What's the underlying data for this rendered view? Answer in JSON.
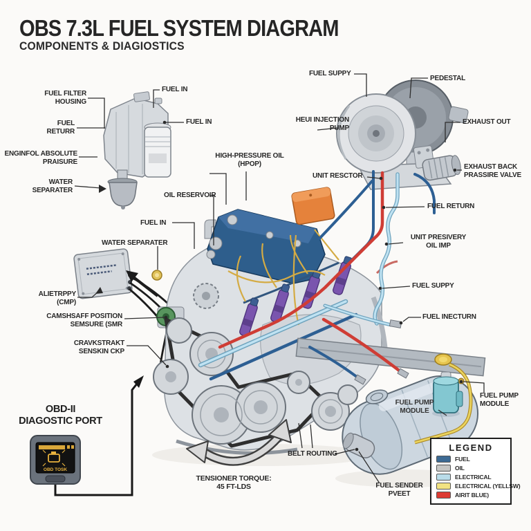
{
  "header": {
    "title": "OBS 7.3L FUEL SYSTEM DIAGRAM",
    "subtitle": "COMPONENTS & DIAGIOSTICS"
  },
  "labels": {
    "fuel_filter_housing": "FUEL FILTER\nHOUSING",
    "fuel_in_top": "FUEL IN",
    "fuel_returr": "FUEL\nRETURR",
    "fuel_in_filter": "FUEL IN",
    "engine_oil_pressure": "ENGINFOL ABSOLUTE\nPRAISURE",
    "water_separator_a": "WATER\nSEPARATER",
    "oil_reservoir": "OIL RESERVOIR",
    "fuel_in_mid": "FUEL IN",
    "water_separator_b": "WATER SEPARATER",
    "cmp_module": "ALIETRPPY\n(CMP)",
    "cam_position_sensor": "CAMSHSAFF POSITION\nSEMSURE (SMR",
    "crank_sensor": "CRAVKSTRAKT\nSENSKIN CKP",
    "hpop": "HIGH-PRESSURE OIL\n(HPOP)",
    "fuel_supply_top": "FUEL SUPPY",
    "heui_pump": "HEUI INJECTION\nPUMP",
    "pedestal": "PEDESTAL",
    "exhaust_out": "EXHAUST OUT",
    "exhaust_back_valve": "EXHAUST BACK\nPRASSIRE VALVE",
    "fuel_return": "FUEL RETURN",
    "unit_resctor": "UNIT RESCTOR",
    "unit_presivery": "UNIT PRESIVERY\nOIL IMP",
    "fuel_supply_right": "FUEL SUPPY",
    "fuel_inecturn": "FUEL INECTURN",
    "fuel_pump_module_tank": "FUEL PUMP\nMODULE",
    "fuel_pump_module_right": "FUEL PUMP\nMODULE",
    "belt_routing": "BELT ROUTING",
    "tensioner_note": "TENSIONER TORQUE:\n45 FT-LDS",
    "fuel_sender": "FUEL SENDER\nPVEET",
    "obd_port": "OBD-II\nDIAGOSTIC PORT"
  },
  "obd": {
    "screen_text": "OBD TOSK"
  },
  "legend": {
    "title": "LEGEND",
    "items": [
      {
        "label": "FUEL",
        "color": "#3d6b94"
      },
      {
        "label": "OIL",
        "color": "#c6c6c4"
      },
      {
        "label": "ELECTRICAL",
        "color": "#b9dce9"
      },
      {
        "label": "ELECTRICAL (YELLSW)",
        "color": "#f2e382"
      },
      {
        "label": "AIRIT BLUE)",
        "color": "#dd3b33"
      }
    ]
  },
  "colors": {
    "fuel_line": "#2d5f93",
    "oil_line": "#c6c6c4",
    "electrical_line": "#a9d6ea",
    "yellow_line": "#e6c44e",
    "red_line": "#cf3d35"
  }
}
